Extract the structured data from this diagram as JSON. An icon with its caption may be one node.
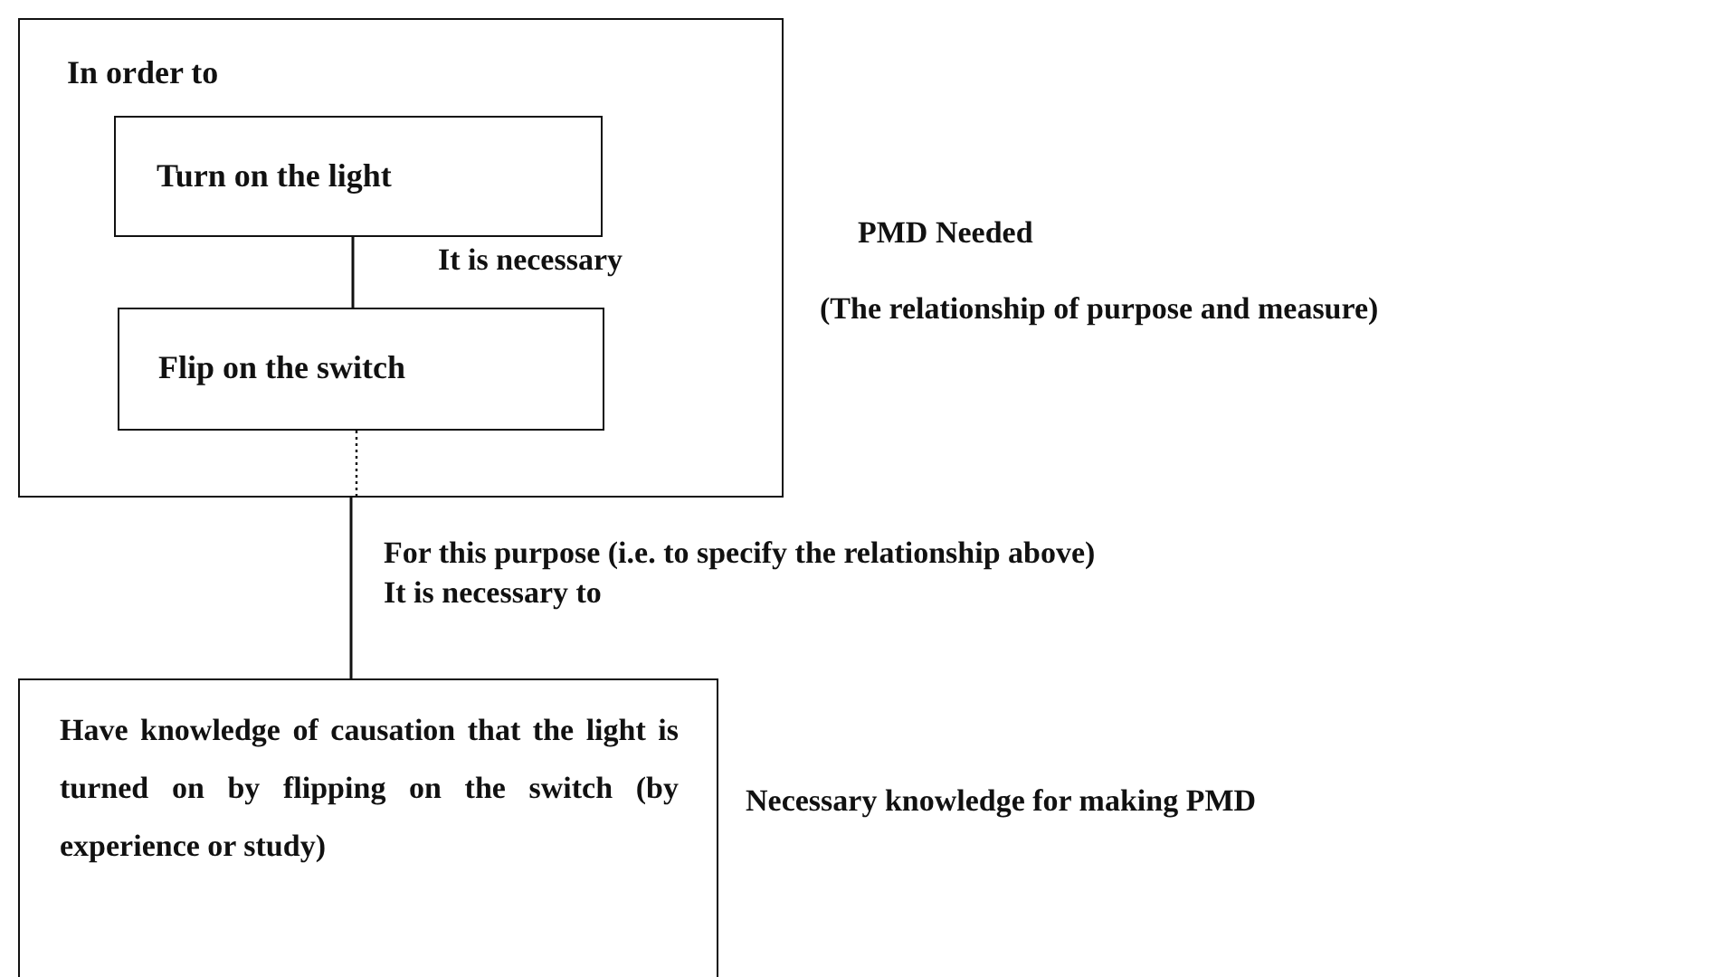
{
  "diagram": {
    "nodes": [
      {
        "text": [
          "In order to"
        ],
        "beside": [
          "PMD Needed",
          "(The relationship of purpose and measure)"
        ]
      },
      {
        "text": [
          "Turn on the light"
        ],
        "in": 0
      },
      {
        "text": [
          "Flip on the switch"
        ],
        "in": 0
      },
      {
        "text": [
          "Have knowledge of causation that the light is turned on by flipping on the switch (by experience or study)"
        ],
        "beside": [
          "Necessary knowledge for making PMD"
        ]
      }
    ],
    "edges": [
      {
        "from": 1,
        "to": 2,
        "arrow": "none",
        "label": "It is necessary"
      },
      {
        "from": 2,
        "to": 0,
        "arrow": "none",
        "style": "dashed"
      },
      {
        "from": 0,
        "to": 3,
        "arrow": "none",
        "label": "For this purpose (i.e. to specify the relationship above) It is necessary to"
      }
    ]
  }
}
